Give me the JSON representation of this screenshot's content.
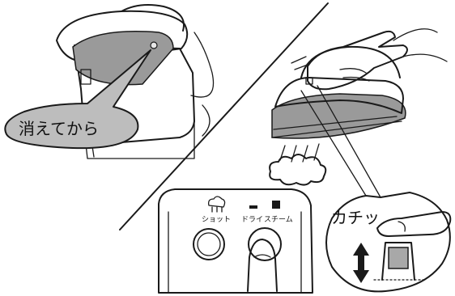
{
  "labels": {
    "callout_left": "消えてから",
    "callout_right": "カチッ",
    "btn_shot": "ショット",
    "btn_dry": "ドライ",
    "btn_steam": "スチーム"
  },
  "colors": {
    "line": "#1a1a1a",
    "callout_fill": "#bdbdbd",
    "iron_sole": "#9a9a9a",
    "light_gray": "#e6e6e6",
    "indicator_gray": "#a8a8a8"
  },
  "icons": {
    "left_panel": "iron-on-stand-icon",
    "right_panel": "iron-lifted-icon",
    "steam": "steam-cloud-icon",
    "shot_button": "shot-button-icon",
    "mode_switch": "mode-switch-icon",
    "finger": "finger-press-icon",
    "arrow": "up-down-arrow-icon"
  }
}
